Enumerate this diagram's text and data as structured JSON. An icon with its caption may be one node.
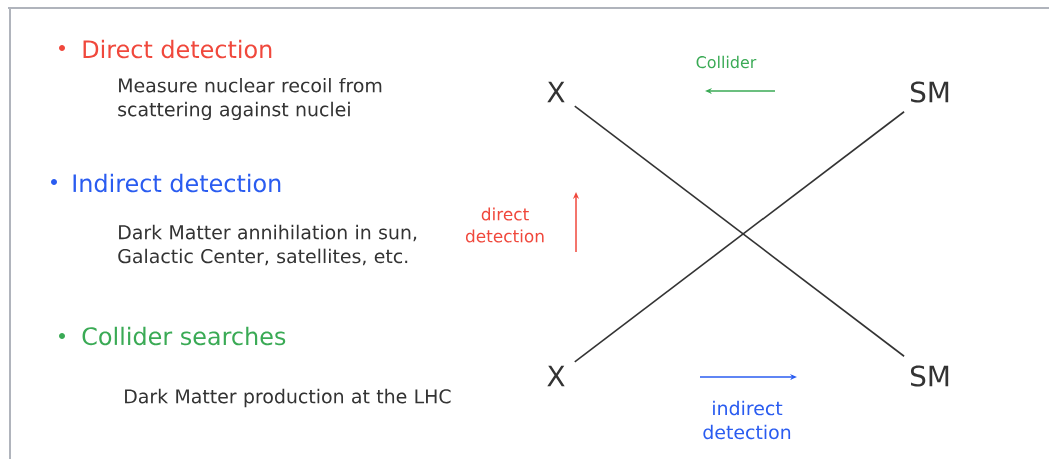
{
  "diagram": {
    "nodes": [
      {
        "text": [
          "X"
        ]
      },
      {
        "text": [
          "SM"
        ]
      },
      {
        "text": [
          "X"
        ]
      },
      {
        "text": [
          "SM"
        ]
      }
    ],
    "edges": [
      {
        "from": 0,
        "to": 3,
        "arrow": "none"
      },
      {
        "from": 2,
        "to": 1,
        "arrow": "none"
      }
    ],
    "labels": [
      "Direct detection",
      "Measure nuclear recoil from scattering against nuclei",
      "Indirect detection",
      "Dark Matter annihilation in sun, Galactic Center, satellites, etc.",
      "Collider searches",
      "Dark Matter production at the LHC",
      "Collider",
      "direct detection",
      "indirect detection"
    ]
  }
}
